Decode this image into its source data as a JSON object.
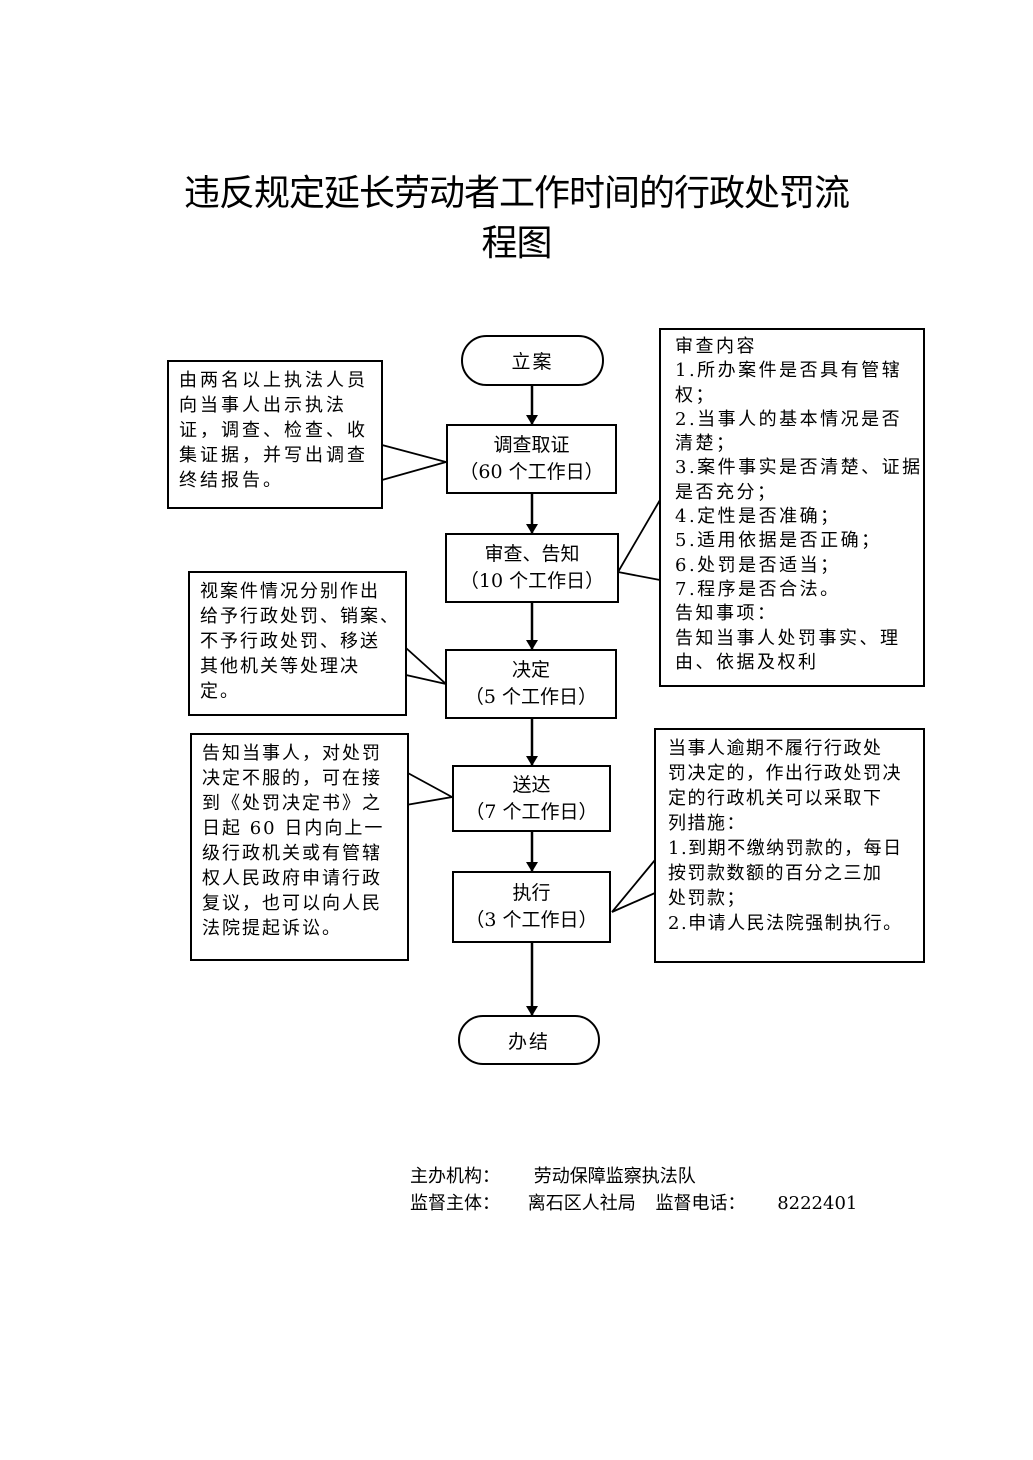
{
  "title": {
    "line1": "违反规定延长劳动者工作时间的行政处罚流",
    "line2": "程图"
  },
  "flow": {
    "start": "立案",
    "steps": [
      {
        "label": "调查取证",
        "time": "（60 个工作日）"
      },
      {
        "label": "审查、告知",
        "time": "（10 个工作日）"
      },
      {
        "label": "决定",
        "time": "（5 个工作日）"
      },
      {
        "label": "送达",
        "time": "（7 个工作日）"
      },
      {
        "label": "执行",
        "time": "（3 个工作日）"
      }
    ],
    "end": "办结"
  },
  "notes": {
    "investigation": [
      "由两名以上执法人员",
      "向当事人出示执法",
      "证，调查、检查、收",
      "集证据，并写出调查",
      "终结报告。"
    ],
    "review": [
      "审查内容",
      "1.所办案件是否具有管辖",
      "权；",
      "2.当事人的基本情况是否",
      "清楚；",
      "3.案件事实是否清楚、证据",
      "是否充分；",
      "4.定性是否准确；",
      "5.适用依据是否正确；",
      "6.处罚是否适当；",
      "7.程序是否合法。",
      "告知事项：",
      "告知当事人处罚事实、理",
      "由、依据及权利"
    ],
    "decision": [
      "视案件情况分别作出",
      "给予行政处罚、销案、",
      "不予行政处罚、移送",
      "其他机关等处理决",
      "定。"
    ],
    "delivery": [
      "告知当事人，对处罚",
      "决定不服的，可在接",
      "到《处罚决定书》之",
      "日起 60 日内向上一",
      "级行政机关或有管辖",
      "权人民政府申请行政",
      "复议，也可以向人民",
      "法院提起诉讼。"
    ],
    "execution": [
      "当事人逾期不履行行政处",
      "罚决定的，作出行政处罚决",
      "定的行政机关可以采取下",
      "列措施：",
      "1.到期不缴纳罚款的，每日",
      "按罚款数额的百分之三加",
      "处罚款；",
      "2.申请人民法院强制执行。"
    ]
  },
  "footer": {
    "host_label": "主办机构：",
    "host_value": "劳动保障监察执法队",
    "supervisor_label": "监督主体：",
    "supervisor_value": "离石区人社局",
    "phone_label": "监督电话：",
    "phone_value": "8222401"
  }
}
